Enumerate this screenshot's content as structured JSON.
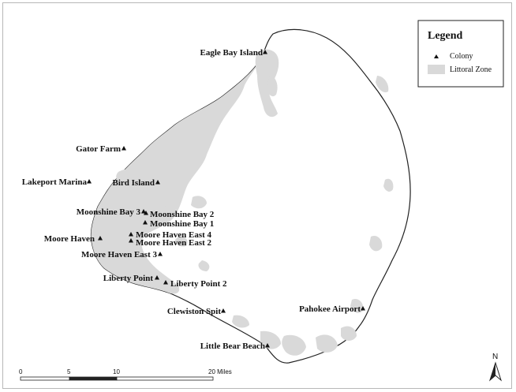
{
  "map": {
    "zone_color": "#d9d9d9",
    "shore_color": "#222222"
  },
  "legend": {
    "title": "Legend",
    "colony_label": "Colony",
    "zone_label": "Littoral Zone"
  },
  "colonies": [
    {
      "name": "Eagle Bay Island",
      "icon": "triangle"
    },
    {
      "name": "Gator Farm",
      "icon": "triangle"
    },
    {
      "name": "Lakeport Marina",
      "icon": "triangle"
    },
    {
      "name": "Bird Island",
      "icon": "triangle"
    },
    {
      "name": "Moonshine Bay 3",
      "icon": "triangle"
    },
    {
      "name": "Moonshine Bay 2",
      "icon": "triangle"
    },
    {
      "name": "Moonshine Bay 1",
      "icon": "triangle"
    },
    {
      "name": "Moore Haven",
      "icon": "triangle"
    },
    {
      "name": "Moore Haven East 4",
      "icon": "triangle"
    },
    {
      "name": "Moore Haven East 2",
      "icon": "triangle"
    },
    {
      "name": "Moore Haven East 3",
      "icon": "triangle"
    },
    {
      "name": "Liberty Point",
      "icon": "triangle"
    },
    {
      "name": "Liberty Point 2",
      "icon": "triangle"
    },
    {
      "name": "Clewiston Spit",
      "icon": "triangle"
    },
    {
      "name": "Pahokee Airport",
      "icon": "triangle"
    },
    {
      "name": "Little Bear Beach",
      "icon": "triangle"
    }
  ],
  "scale_bar": {
    "ticks": [
      "0",
      "5",
      "10",
      "20 Miles"
    ]
  },
  "north_arrow": {
    "label": "N"
  }
}
